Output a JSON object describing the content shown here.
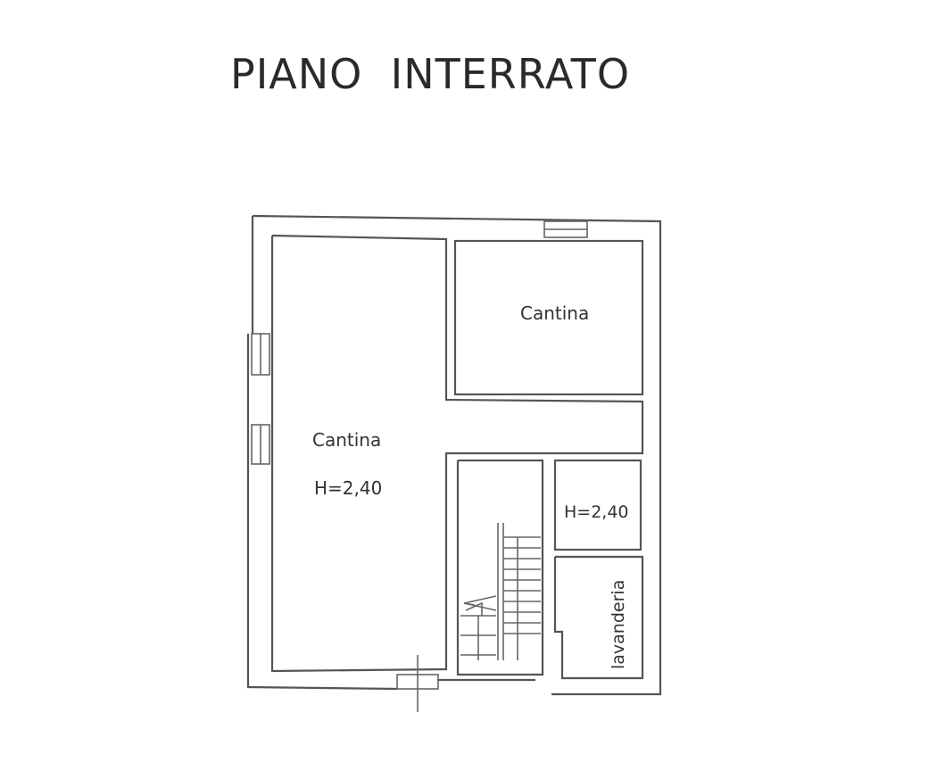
{
  "title": "PIANO  INTERRATO",
  "rooms": [
    {
      "name": "Cantina",
      "height": "H=2,40"
    },
    {
      "name": "Cantina"
    },
    {
      "height": "H=2,40"
    },
    {
      "name": "lavanderia"
    }
  ]
}
